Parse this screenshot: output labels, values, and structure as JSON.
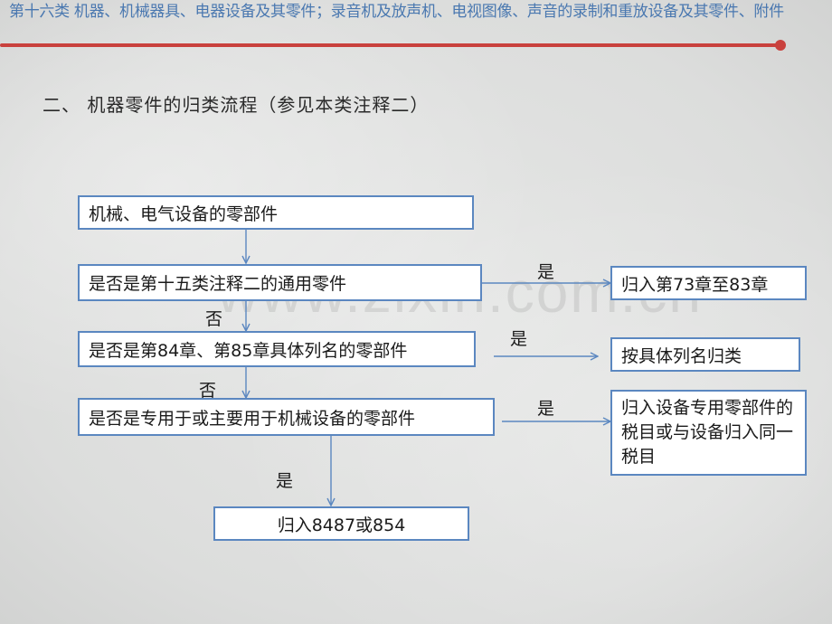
{
  "header": {
    "title": "第十六类 机器、机械器具、电器设备及其零件；录音机及放声机、电视图像、声音的录制和重放设备及其零件、附件",
    "accent_color": "#c9413d",
    "title_color": "#4a78b0"
  },
  "section": {
    "title": "二、 机器零件的归类流程（参见本类注释二）"
  },
  "flowchart": {
    "nodes": [
      {
        "id": "start",
        "label": "机械、电气设备的零部件"
      },
      {
        "id": "q1",
        "label": "是否是第十五类注释二的通用零件"
      },
      {
        "id": "r1",
        "label": "归入第73章至83章"
      },
      {
        "id": "q2",
        "label": "是否是第84章、第85章具体列名的零部件"
      },
      {
        "id": "r2",
        "label": "按具体列名归类"
      },
      {
        "id": "q3",
        "label": "是否是专用于或主要用于机械设备的零部件"
      },
      {
        "id": "r3",
        "label": "归入设备专用零部件的税目或与设备归入同一税目"
      },
      {
        "id": "r4",
        "label": "归入8487或854"
      }
    ],
    "edges": [
      {
        "from": "start",
        "to": "q1",
        "label": ""
      },
      {
        "from": "q1",
        "to": "r1",
        "label": "是"
      },
      {
        "from": "q1",
        "to": "q2",
        "label": "否"
      },
      {
        "from": "q2",
        "to": "r2",
        "label": "是"
      },
      {
        "from": "q2",
        "to": "q3",
        "label": "否"
      },
      {
        "from": "q3",
        "to": "r3",
        "label": "是"
      },
      {
        "from": "q3",
        "to": "r4",
        "label": "是"
      }
    ],
    "border_color": "#5b87c0"
  },
  "watermark": {
    "text": "www.zixin.com.cn"
  }
}
